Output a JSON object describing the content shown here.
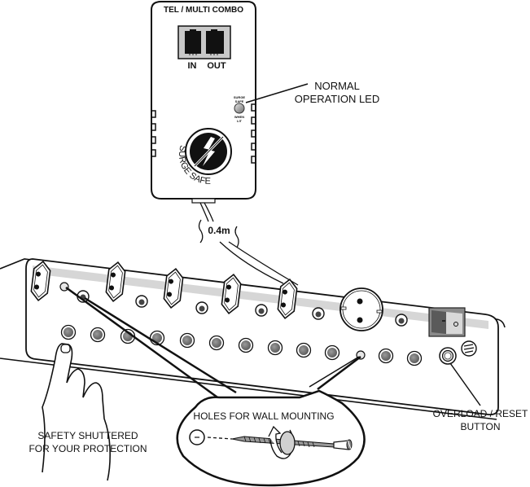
{
  "device": {
    "title": "TEL / MULTI COMBO",
    "port_in": "IN",
    "port_out": "OUT",
    "led_text_top": [
      "SURGE",
      "SAFE"
    ],
    "led_text_bottom": [
      "WHEN",
      "LIT"
    ],
    "logo_text": "SURGE SAFE"
  },
  "cable": {
    "length_label": "0.4m"
  },
  "callouts": {
    "led": [
      "NORMAL",
      "OPERATION LED"
    ],
    "shutter": [
      "SAFETY SHUTTERED",
      "FOR YOUR PROTECTION"
    ],
    "wall_mount": "HOLES FOR WALL MOUNTING",
    "reset": [
      "OVERLOAD / RESET",
      "BUTTON"
    ]
  },
  "power_strip": {
    "euro_outlets": 5,
    "schuko_outlets": 1,
    "switch_symbols": [
      "I",
      "O"
    ]
  }
}
